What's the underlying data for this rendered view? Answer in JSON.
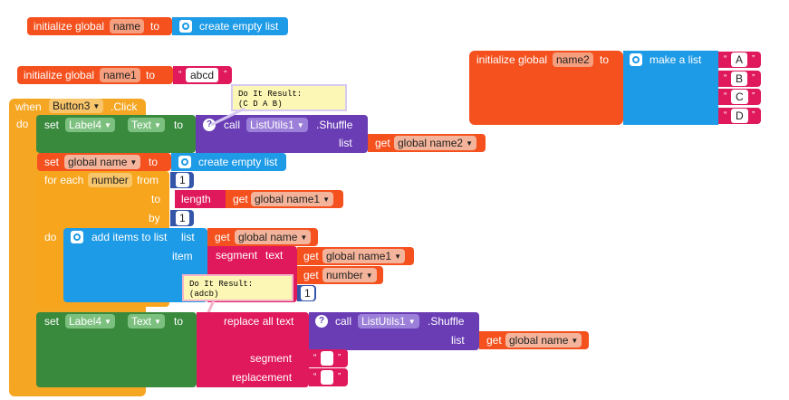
{
  "colors": {
    "variables": "#f4511e",
    "event": "#f5a623",
    "component_set": "#3a8a3e",
    "lists": "#1e9be6",
    "text": "#e0185c",
    "math": "#3456a8",
    "procedure_call": "#6a3db5",
    "comment_bg": "#fdf7b6"
  },
  "block_init_name": {
    "initialize_global": "initialize global",
    "var": "name",
    "to": "to",
    "value": "create empty list"
  },
  "block_init_name1": {
    "initialize_global": "initialize global",
    "var": "name1",
    "to": "to",
    "value": "abcd"
  },
  "block_init_name2": {
    "initialize_global": "initialize global",
    "var": "name2",
    "to": "to",
    "value": "make a list",
    "items": [
      "A",
      "B",
      "C",
      "D"
    ]
  },
  "event_block": {
    "when": "when",
    "component": "Button3",
    "event": ".Click",
    "do": "do",
    "set1": {
      "set": "set",
      "component": "Label4",
      "property": "Text",
      "to": "to"
    },
    "call1": {
      "call": "call",
      "component": "ListUtils1",
      "method": ".Shuffle",
      "list_label": "list",
      "get": "get",
      "var": "global name2"
    },
    "set_global": {
      "set": "set",
      "var": "global name",
      "to": "to",
      "value": "create empty list"
    },
    "for_each": {
      "for_each": "for each",
      "var": "number",
      "from": "from",
      "to": "to",
      "by": "by",
      "from_value": "1",
      "by_value": "1",
      "length": "length",
      "get": "get",
      "length_var": "global name1",
      "do": "do"
    },
    "add_items": {
      "label": "add items to list",
      "list_label": "list",
      "get": "get",
      "list_var": "global name",
      "item_label": "item",
      "segment": "segment",
      "text_label": "text",
      "text_var": "global name1",
      "get_number": "get",
      "number_var": "number",
      "length_value": "1"
    },
    "set2": {
      "set": "set",
      "component": "Label4",
      "property": "Text",
      "to": "to"
    },
    "replace_all": {
      "label": "replace all text",
      "call": "call",
      "component": "ListUtils1",
      "method": ".Shuffle",
      "list_label": "list",
      "get": "get",
      "list_var": "global name",
      "segment": "segment",
      "replacement": "replacement"
    }
  },
  "comment1": {
    "title": "Do It Result:",
    "value": "(C D A B)"
  },
  "comment2": {
    "title": "Do It Result:",
    "value": "(adcb)"
  }
}
